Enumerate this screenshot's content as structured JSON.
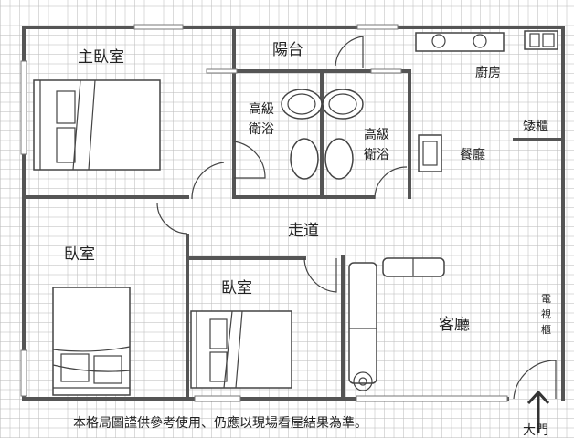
{
  "rooms": {
    "master_bedroom": "主臥室",
    "balcony": "陽台",
    "kitchen": "廚房",
    "bathroom_1": [
      "高級",
      "衛浴"
    ],
    "bathroom_2": [
      "高級",
      "衛浴"
    ],
    "low_cabinet": "矮櫃",
    "dining_room": "餐廳",
    "hallway": "走道",
    "bedroom_1": "臥室",
    "bedroom_2": "臥室",
    "living_room": "客廳",
    "tv_cabinet": [
      "電",
      "視",
      "櫃"
    ],
    "main_door": "大門"
  },
  "disclaimer": "本格局圖謹供參考使用、仍應以現場看屋結果為準。"
}
